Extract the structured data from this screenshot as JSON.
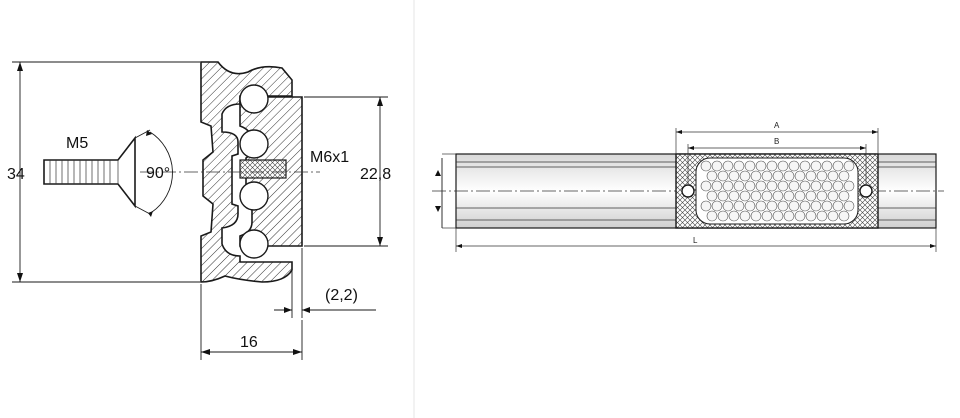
{
  "labels": {
    "screw_thread": "M5",
    "angle": "90°",
    "height_total": "34",
    "slider_thread": "M6x1",
    "slider_height": "22,8",
    "gap": "(2,2)",
    "width": "16",
    "length_a": "A",
    "length_b": "B",
    "length_l": "L"
  }
}
